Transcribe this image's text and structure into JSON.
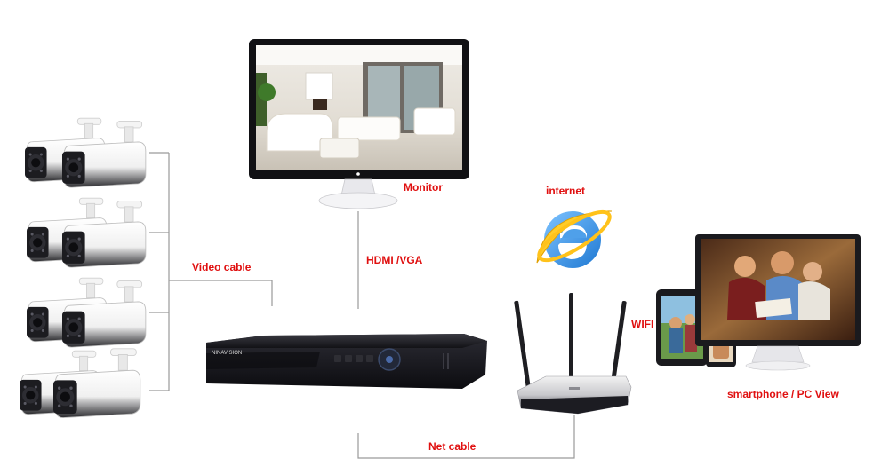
{
  "labels": {
    "monitor": "Monitor",
    "internet": "internet",
    "video_cable": "Video cable",
    "hdmi_vga": "HDMI /VGA",
    "wifi": "WIFI",
    "smartphone_pc_view": "smartphone / PC View",
    "net_cable": "Net cable"
  },
  "dvr_brand": "NINAVISION",
  "camera_count": 8,
  "colors": {
    "label": "#e01010",
    "connector_line": "#9a9a9a",
    "device_dark": "#1c1c22",
    "ie_blue": "#1e78d2"
  },
  "icons": [
    "camera-icon",
    "monitor-icon",
    "dvr-icon",
    "internet-explorer-icon",
    "router-icon",
    "tablet-icon",
    "smartphone-icon",
    "pc-monitor-icon"
  ]
}
